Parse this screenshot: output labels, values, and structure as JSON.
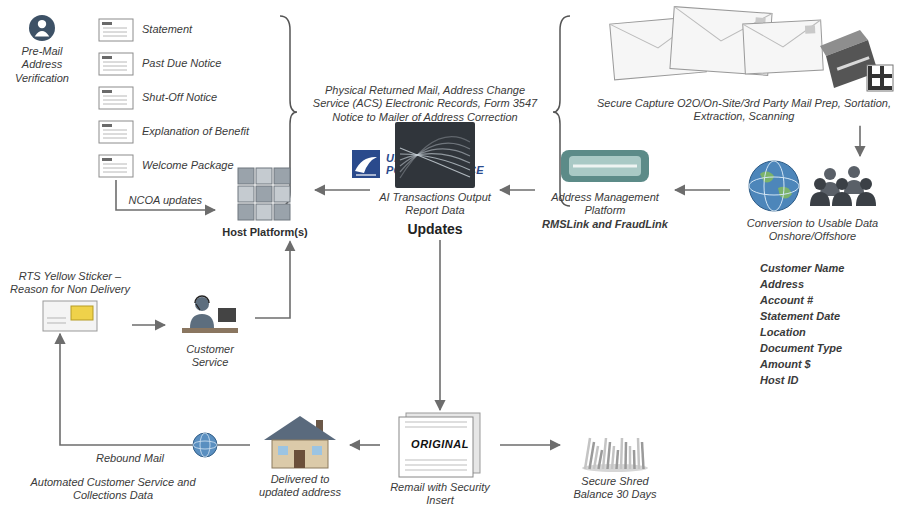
{
  "diagram": {
    "nodes": [
      {
        "text": [
          "Pre-Mail Address Verification"
        ]
      },
      {
        "text": [
          "Statement"
        ]
      },
      {
        "text": [
          "Past Due Notice"
        ]
      },
      {
        "text": [
          "Shut-Off Notice"
        ]
      },
      {
        "text": [
          "Explanation of Benefit"
        ]
      },
      {
        "text": [
          "Welcome Package"
        ]
      },
      {
        "text": [
          "Physical Returned Mail, Address Change Service (ACS) Electronic Records, Form 3547 Notice to Mailer of Address Correction",
          "UNITED STATES POSTAL SERVICE"
        ]
      },
      {
        "text": [
          "Secure Capture O2O/On-Site/3rd Party Mail Prep, Sortation, Extraction, Scanning"
        ]
      },
      {
        "text": [
          "Host Platform(s)"
        ]
      },
      {
        "text": [
          "AI Transactions Output Report Data",
          "Updates"
        ]
      },
      {
        "text": [
          "Address Management Platform",
          "RMSLink and FraudLink"
        ]
      },
      {
        "text": [
          "Conversion to Usable Data Onshore/Offshore"
        ]
      },
      {
        "text": [
          "RTS Yellow Sticker – Reason for Non Delivery"
        ]
      },
      {
        "text": [
          "Customer Service"
        ]
      },
      {
        "text": [
          "Delivered to updated address"
        ]
      },
      {
        "text": [
          "ORIGINAL",
          "Remail with Security Insert"
        ]
      },
      {
        "text": [
          "Secure Shred Balance 30 Days"
        ]
      }
    ],
    "edges": [
      {
        "from": 5,
        "to": 8,
        "arrow": "to",
        "label": "NCOA updates"
      },
      {
        "from": 7,
        "to": 11,
        "arrow": "to"
      },
      {
        "from": 11,
        "to": 10,
        "arrow": "to"
      },
      {
        "from": 10,
        "to": 9,
        "arrow": "to"
      },
      {
        "from": 9,
        "to": 8,
        "arrow": "to"
      },
      {
        "from": 9,
        "to": 15,
        "arrow": "to"
      },
      {
        "from": 15,
        "to": 16,
        "arrow": "to"
      },
      {
        "from": 15,
        "to": 14,
        "arrow": "to"
      },
      {
        "from": 14,
        "to": 12,
        "arrow": "to"
      },
      {
        "from": 12,
        "to": 13,
        "arrow": "to"
      },
      {
        "from": 13,
        "to": 8,
        "arrow": "to"
      }
    ],
    "labels": [
      "Customer Name",
      "Address",
      "Account #",
      "Statement Date",
      "Location",
      "Document Type",
      "Amount $",
      "Host ID",
      "Rebound Mail",
      "Automated Customer Service and Collections Data"
    ]
  }
}
